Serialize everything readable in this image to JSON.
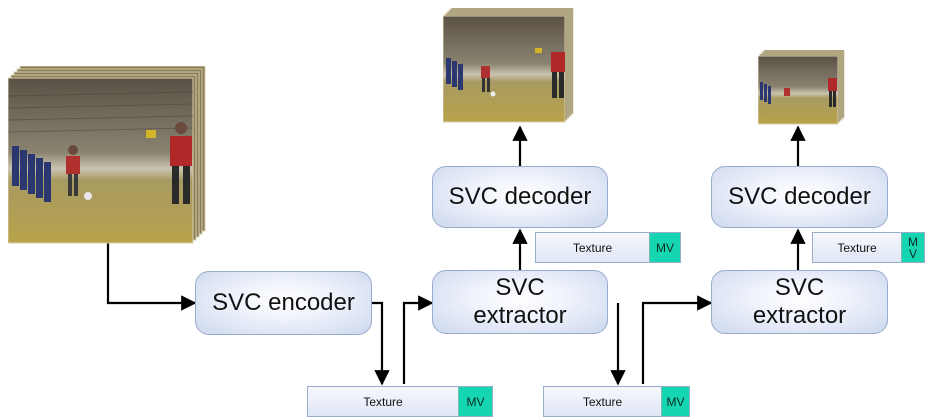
{
  "boxes": {
    "encoder": "SVC encoder",
    "extractor1": "SVC\nextractor",
    "extractor2": "SVC\nextractor",
    "decoder1": "SVC decoder",
    "decoder2": "SVC decoder"
  },
  "packets": {
    "p1": {
      "texture": "Texture",
      "mv": "MV"
    },
    "p2": {
      "texture": "Texture",
      "mv": "MV"
    },
    "p3": {
      "texture": "Texture",
      "mv": "MV"
    },
    "p4": {
      "texture": "Texture",
      "mv": "M\nV"
    }
  },
  "colors": {
    "mv": "#16d6b1",
    "box_border": "#9aaccc",
    "arrow": "#000000"
  }
}
